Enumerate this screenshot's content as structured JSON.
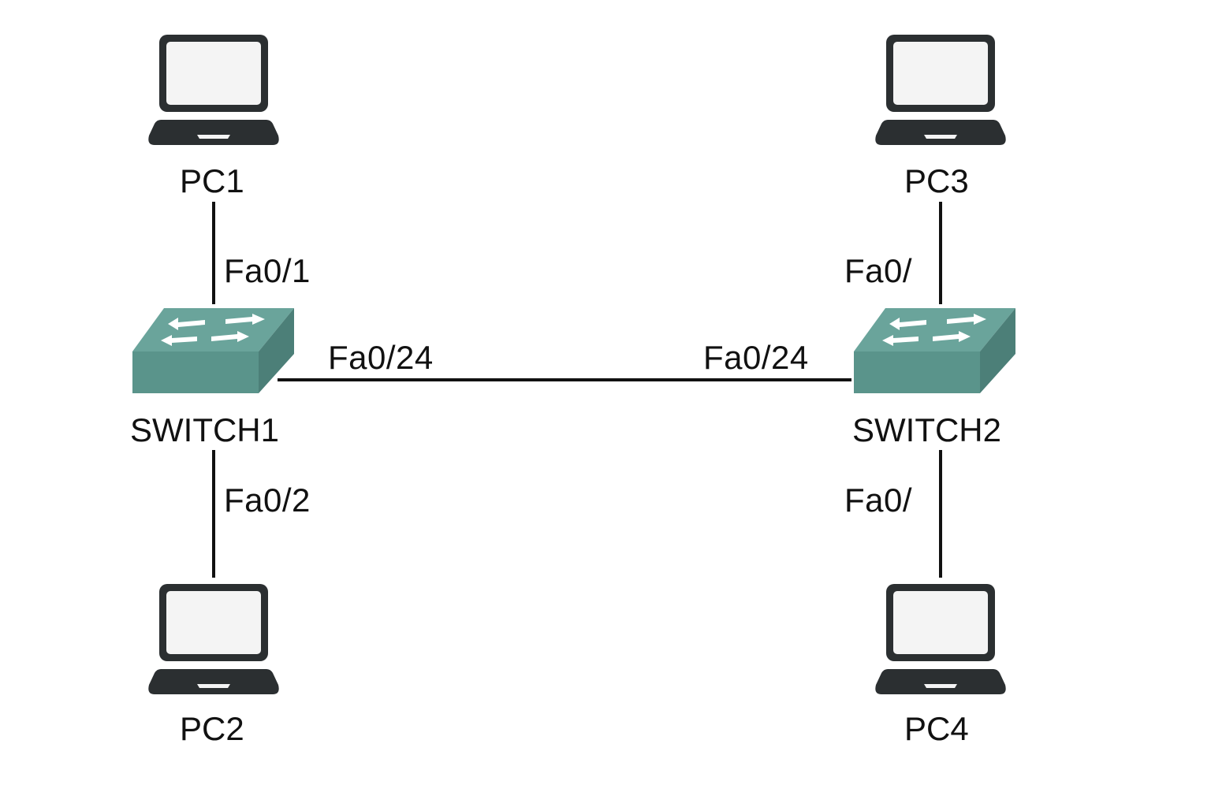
{
  "diagram": {
    "type": "network-topology",
    "colors": {
      "line": "#111111",
      "laptop_body": "#2b2f31",
      "laptop_screen": "#f4f4f4",
      "switch_top": "#6aa49b",
      "switch_front": "#5a948b",
      "switch_side": "#4c7f78",
      "switch_arrows": "#ffffff"
    },
    "nodes": [
      {
        "id": "pc1",
        "type": "laptop",
        "label": "PC1"
      },
      {
        "id": "pc2",
        "type": "laptop",
        "label": "PC2"
      },
      {
        "id": "pc3",
        "type": "laptop",
        "label": "PC3"
      },
      {
        "id": "pc4",
        "type": "laptop",
        "label": "PC4"
      },
      {
        "id": "switch1",
        "type": "switch",
        "label": "SWITCH1"
      },
      {
        "id": "switch2",
        "type": "switch",
        "label": "SWITCH2"
      }
    ],
    "links": [
      {
        "from": "pc1",
        "to": "switch1",
        "port_label": "Fa0/1"
      },
      {
        "from": "pc2",
        "to": "switch1",
        "port_label": "Fa0/2"
      },
      {
        "from": "pc3",
        "to": "switch2",
        "port_label": "Fa0/"
      },
      {
        "from": "pc4",
        "to": "switch2",
        "port_label": "Fa0/"
      },
      {
        "from": "switch1",
        "to": "switch2",
        "port_label_from": "Fa0/24",
        "port_label_to": "Fa0/24"
      }
    ]
  }
}
